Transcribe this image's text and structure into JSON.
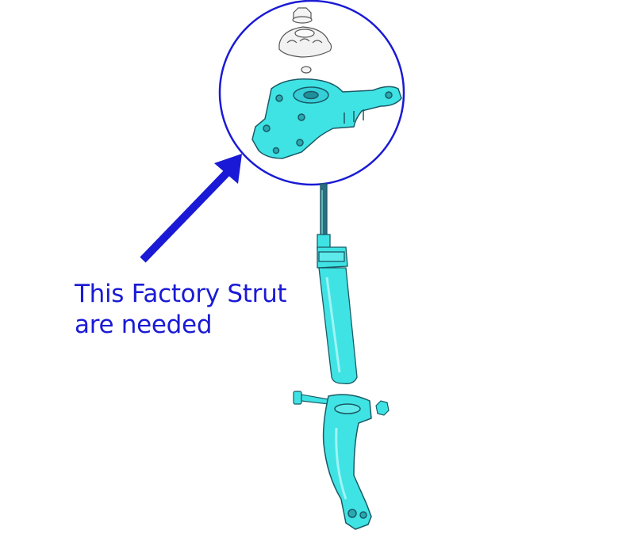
{
  "callout": {
    "line1": "This Factory Strut",
    "line2": "are needed",
    "color": "#1a1ad6"
  },
  "colors": {
    "part_fill": "#3fe3e3",
    "part_outline": "#1a5a66",
    "circle": "#1a1ad6",
    "arrow": "#1a1ad6"
  },
  "parts": [
    "strut-mount-nut",
    "upper-strut-mount",
    "washer",
    "strut-tower-knuckle",
    "shock-absorber-strut",
    "lower-bolt",
    "lower-nut",
    "lower-strut-fork"
  ]
}
